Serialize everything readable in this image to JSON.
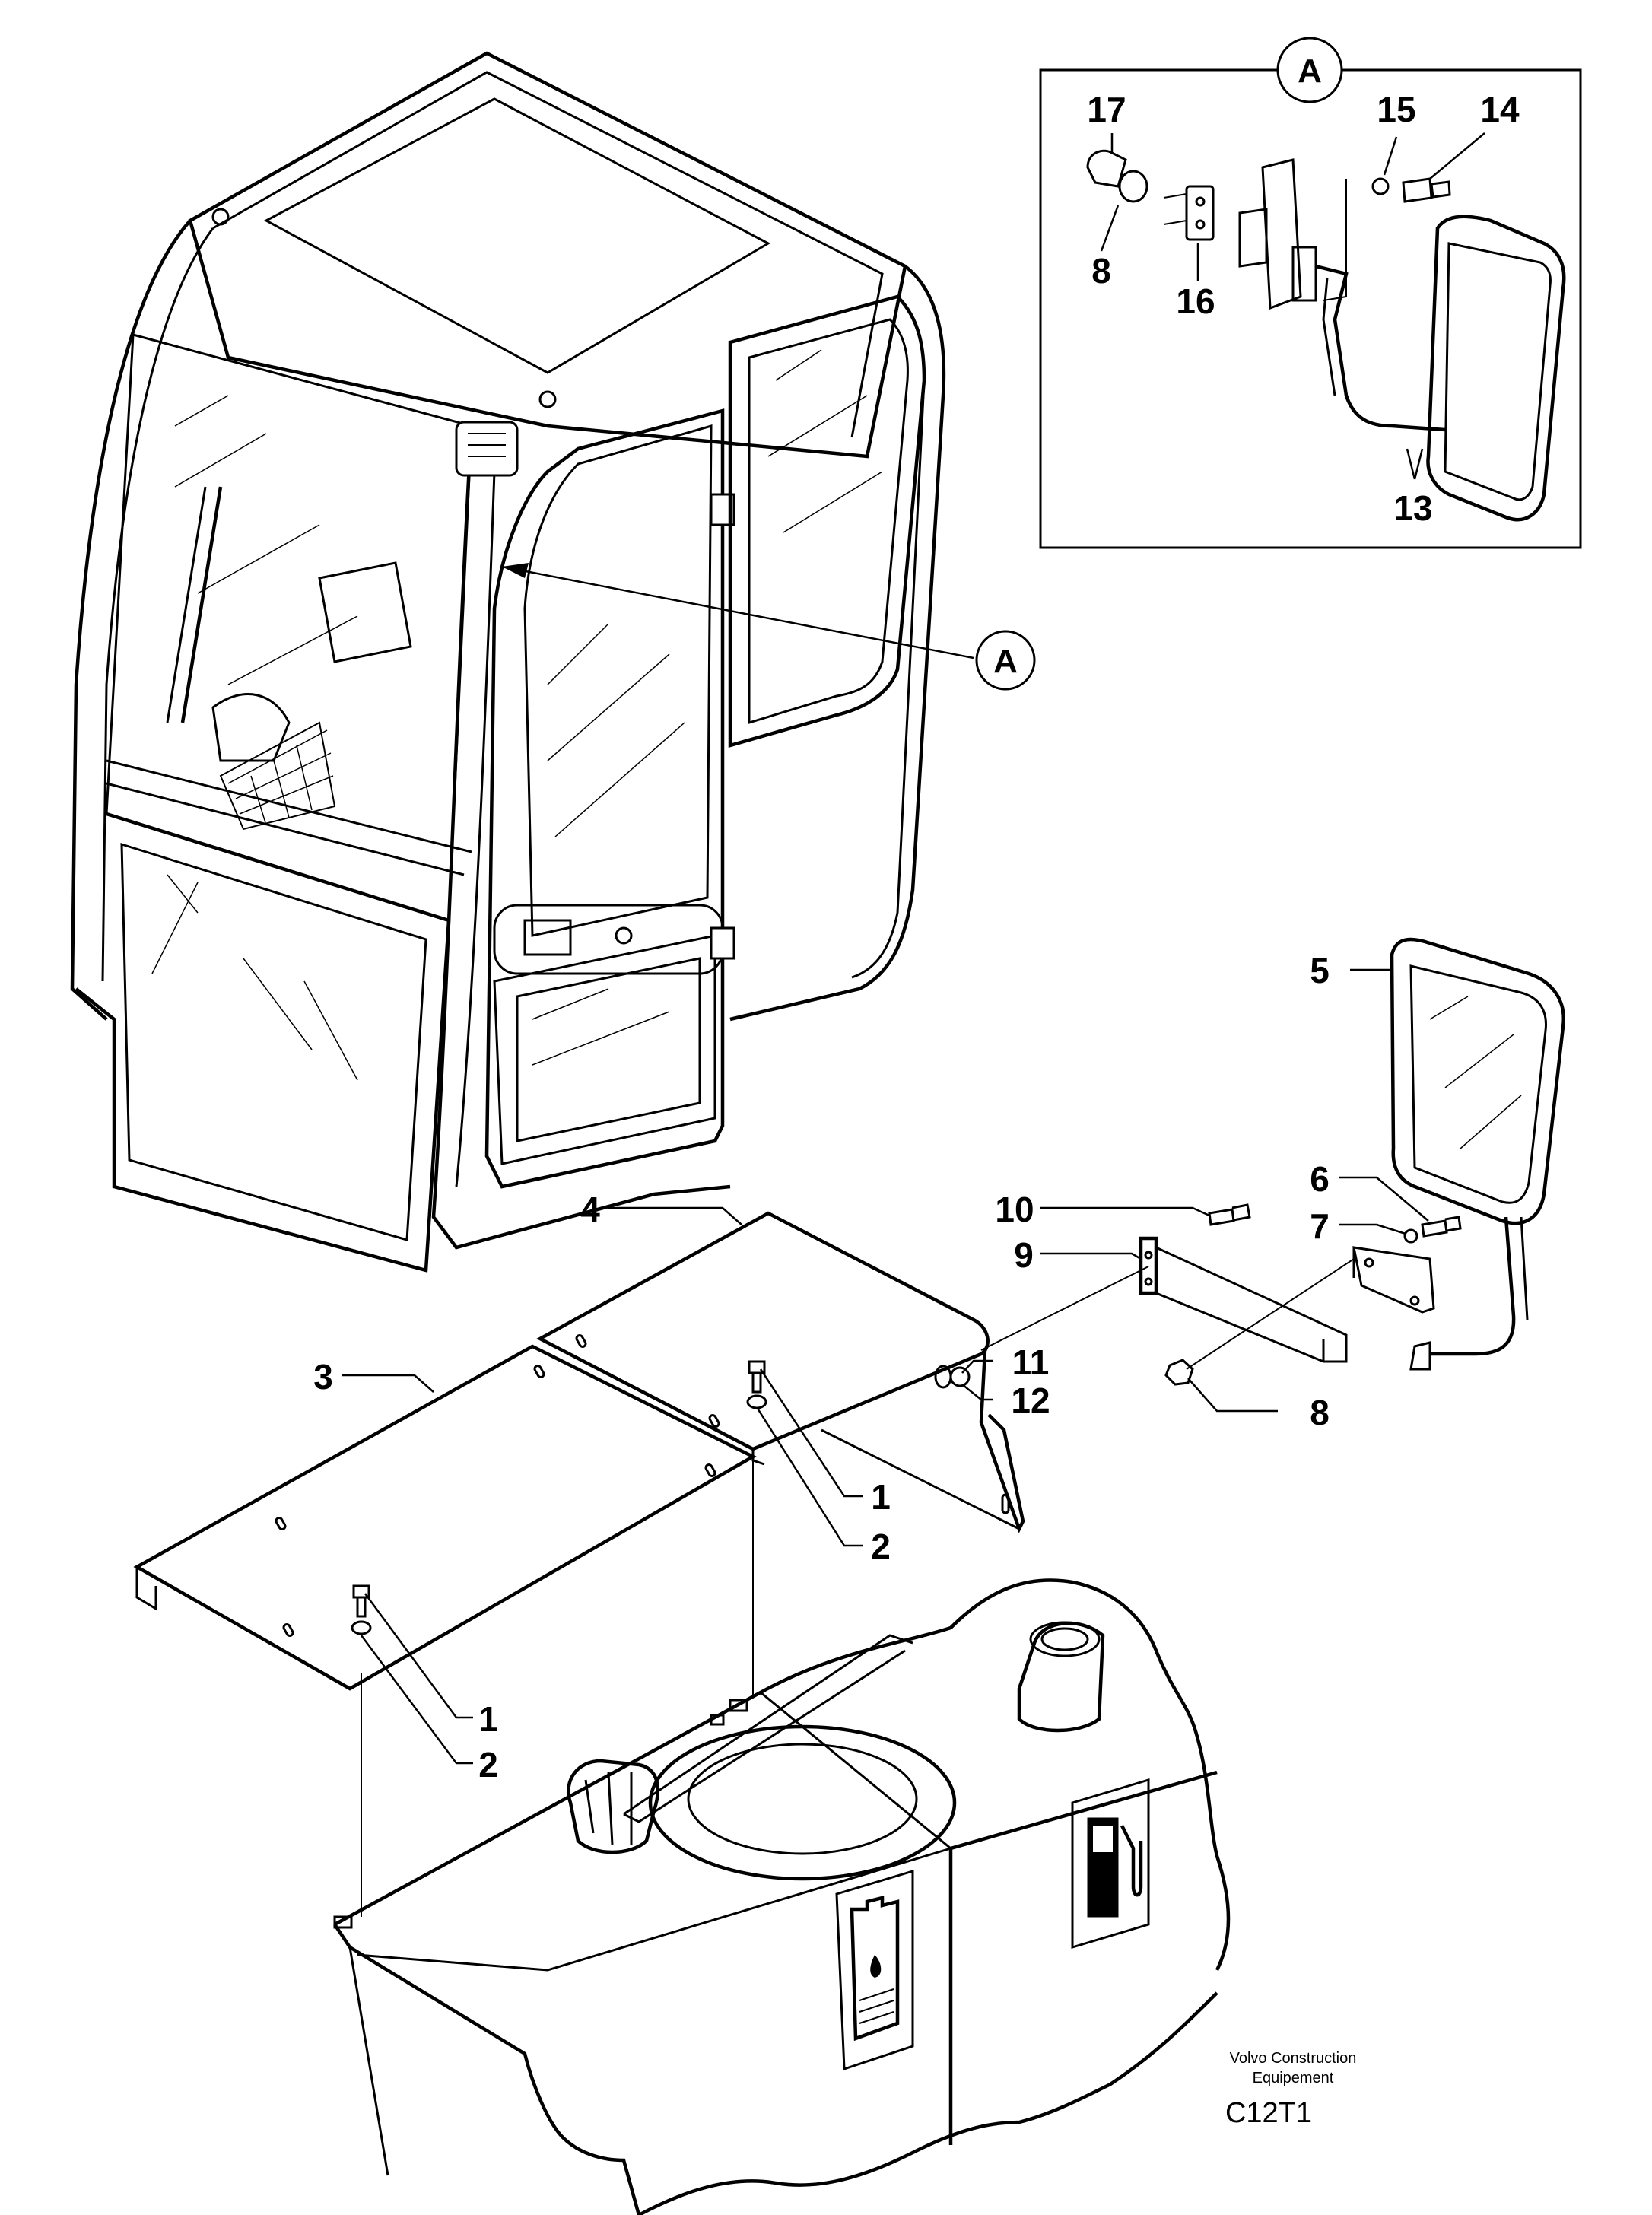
{
  "diagram": {
    "detail_label": "A",
    "callout_label": "A",
    "part_labels": {
      "p1a": "1",
      "p2a": "2",
      "p1b": "1",
      "p2b": "2",
      "p3": "3",
      "p4": "4",
      "p5": "5",
      "p6": "6",
      "p7": "7",
      "p8a": "8",
      "p9": "9",
      "p10": "10",
      "p11": "11",
      "p12": "12",
      "p13": "13",
      "p14": "14",
      "p15": "15",
      "p16": "16",
      "p17": "17",
      "p8b": "8"
    },
    "brand_line1": "Volvo Construction",
    "brand_line2": "Equipement",
    "drawing_code": "C12T1"
  },
  "icons": [
    "fuel-pump-icon",
    "hydraulic-oil-icon"
  ],
  "colors": {
    "line": "#000000",
    "background": "#ffffff"
  }
}
